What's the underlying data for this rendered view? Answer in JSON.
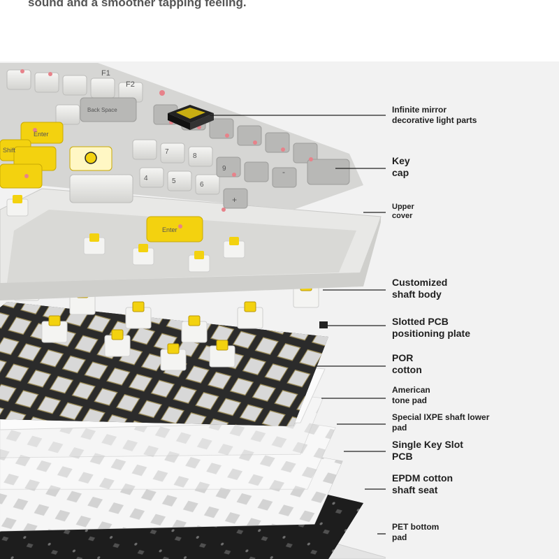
{
  "caption": "sound and a smoother tapping feeling.",
  "keycap_legends": [
    "F1",
    "F2",
    "Back Space",
    "Enter",
    "Shift",
    "Enter",
    "7",
    "8",
    "9",
    "4",
    "5",
    "6",
    "+",
    "-"
  ],
  "labels": [
    {
      "id": "mirror-light",
      "lines": [
        "Infinite mirror",
        "decorative light parts"
      ]
    },
    {
      "id": "key-cap",
      "lines": [
        "Key",
        "cap"
      ]
    },
    {
      "id": "upper-cover",
      "lines": [
        "Upper",
        "cover"
      ]
    },
    {
      "id": "shaft-body",
      "lines": [
        "Customized",
        "shaft body"
      ]
    },
    {
      "id": "pcb-plate",
      "lines": [
        "Slotted PCB",
        "positioning plate"
      ]
    },
    {
      "id": "por-cotton",
      "lines": [
        "POR",
        "cotton"
      ]
    },
    {
      "id": "tone-pad",
      "lines": [
        "American",
        "tone pad"
      ]
    },
    {
      "id": "ixpe-pad",
      "lines": [
        "Special IXPE shaft lower",
        "pad"
      ]
    },
    {
      "id": "single-pcb",
      "lines": [
        "Single Key Slot",
        "PCB"
      ]
    },
    {
      "id": "epdm-cotton",
      "lines": [
        "EPDM cotton",
        "shaft seat"
      ]
    },
    {
      "id": "pet-pad",
      "lines": [
        "PET bottom",
        "pad"
      ]
    }
  ],
  "colors": {
    "yellow": "#f3d20f",
    "cap_white": "#e9e9e7",
    "cap_gray": "#b8b8b6",
    "plate": "#2b2b2b",
    "accent": "#e7828a"
  }
}
